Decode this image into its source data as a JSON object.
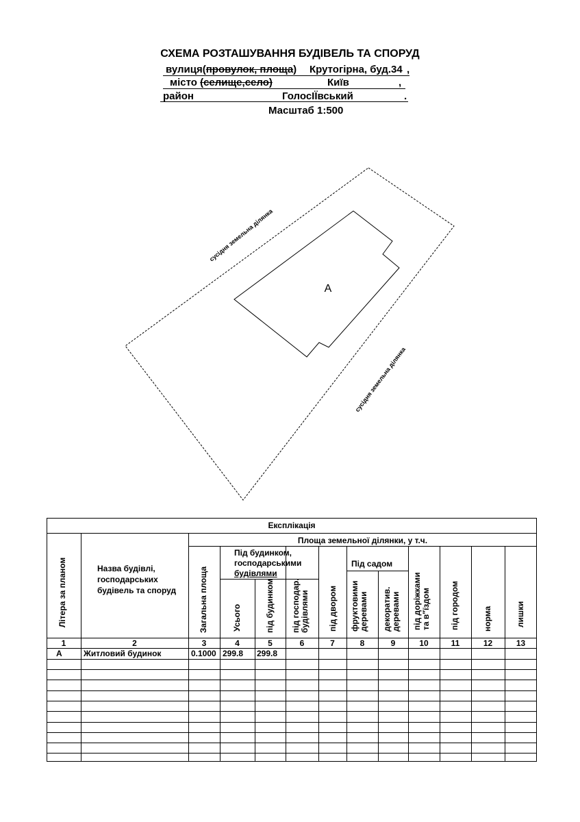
{
  "header": {
    "title": "СХЕМА РОЗТАШУВАННЯ БУДІВЕЛЬ ТА СПОРУД",
    "street_label_prefix": "вулиця(",
    "street_label_struck": "провулок, площа",
    "street_label_suffix": ")",
    "street_value": "Крутогірна, буд.34",
    "street_end": ",",
    "city_label_prefix": "місто ",
    "city_label_struck": "(селище,село)",
    "city_value": "Київ",
    "city_end": ",",
    "district_label": "район",
    "district_value": "ГолосІЇвський",
    "district_end": ".",
    "scale": "Масштаб  1:500"
  },
  "plan": {
    "building_label": "А",
    "neighbor_top": "сусідня земельна ділянка",
    "neighbor_right": "сусідня земельна ділянка"
  },
  "explication": {
    "title": "Експлікація",
    "area_header": "Площа земельної ділянки, у т.ч.",
    "col_litera": "Літера за планом",
    "col_name": [
      "Назва будівлі,",
      "господарських",
      "будівель та споруд"
    ],
    "col_total": "Загальна  площа",
    "group_buildings": [
      "Під будинком,",
      "господарськими",
      "будівлями"
    ],
    "col_all": "Усього",
    "col_under_house": "під будинком",
    "col_under_outbuildings": [
      "під господар.",
      "будівлями"
    ],
    "col_yard": "під двором",
    "group_garden": "Під садом",
    "col_fruit": [
      "фруктовими",
      "деревами"
    ],
    "col_decor": [
      "декоратив.",
      "деревами"
    ],
    "col_paths": [
      "під доріжками",
      "та в\"їздом"
    ],
    "col_vegetable": "під городом",
    "col_norm": "норма",
    "col_excess": "лишки",
    "numbers": [
      "1",
      "2",
      "3",
      "4",
      "5",
      "6",
      "7",
      "8",
      "9",
      "10",
      "11",
      "12",
      "13"
    ],
    "rows": [
      {
        "litera": "А",
        "name": "Житловий будинок",
        "total": "0.1000",
        "all": "299.8",
        "under_house": "299.8"
      }
    ]
  }
}
